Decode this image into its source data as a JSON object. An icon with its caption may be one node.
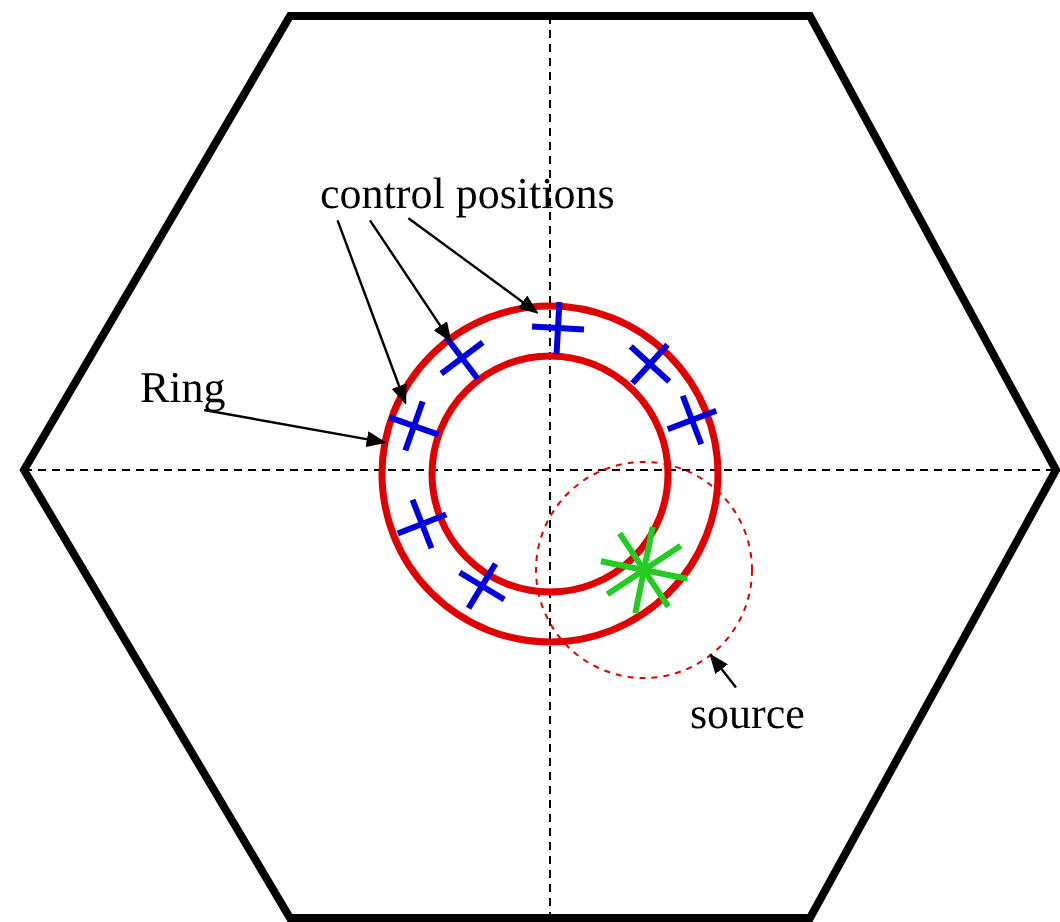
{
  "diagram": {
    "nodes": [
      {
        "text": [
          "control positions"
        ]
      },
      {
        "text": [
          "Ring"
        ]
      },
      {
        "text": [],
        "shape": "circle"
      },
      {
        "text": [],
        "shape": "cross",
        "in": 2
      },
      {
        "text": [],
        "shape": "cross",
        "in": 2
      },
      {
        "text": [],
        "shape": "cross",
        "in": 2
      },
      {
        "text": [
          "source"
        ]
      },
      {
        "text": [],
        "shape": "circle"
      }
    ],
    "edges": [
      {
        "from": 0,
        "to": 3,
        "arrow": "to"
      },
      {
        "from": 0,
        "to": 4,
        "arrow": "to"
      },
      {
        "from": 0,
        "to": 5,
        "arrow": "to"
      },
      {
        "from": 1,
        "to": 2,
        "arrow": "to"
      },
      {
        "from": 6,
        "to": 7,
        "arrow": "to"
      }
    ]
  }
}
